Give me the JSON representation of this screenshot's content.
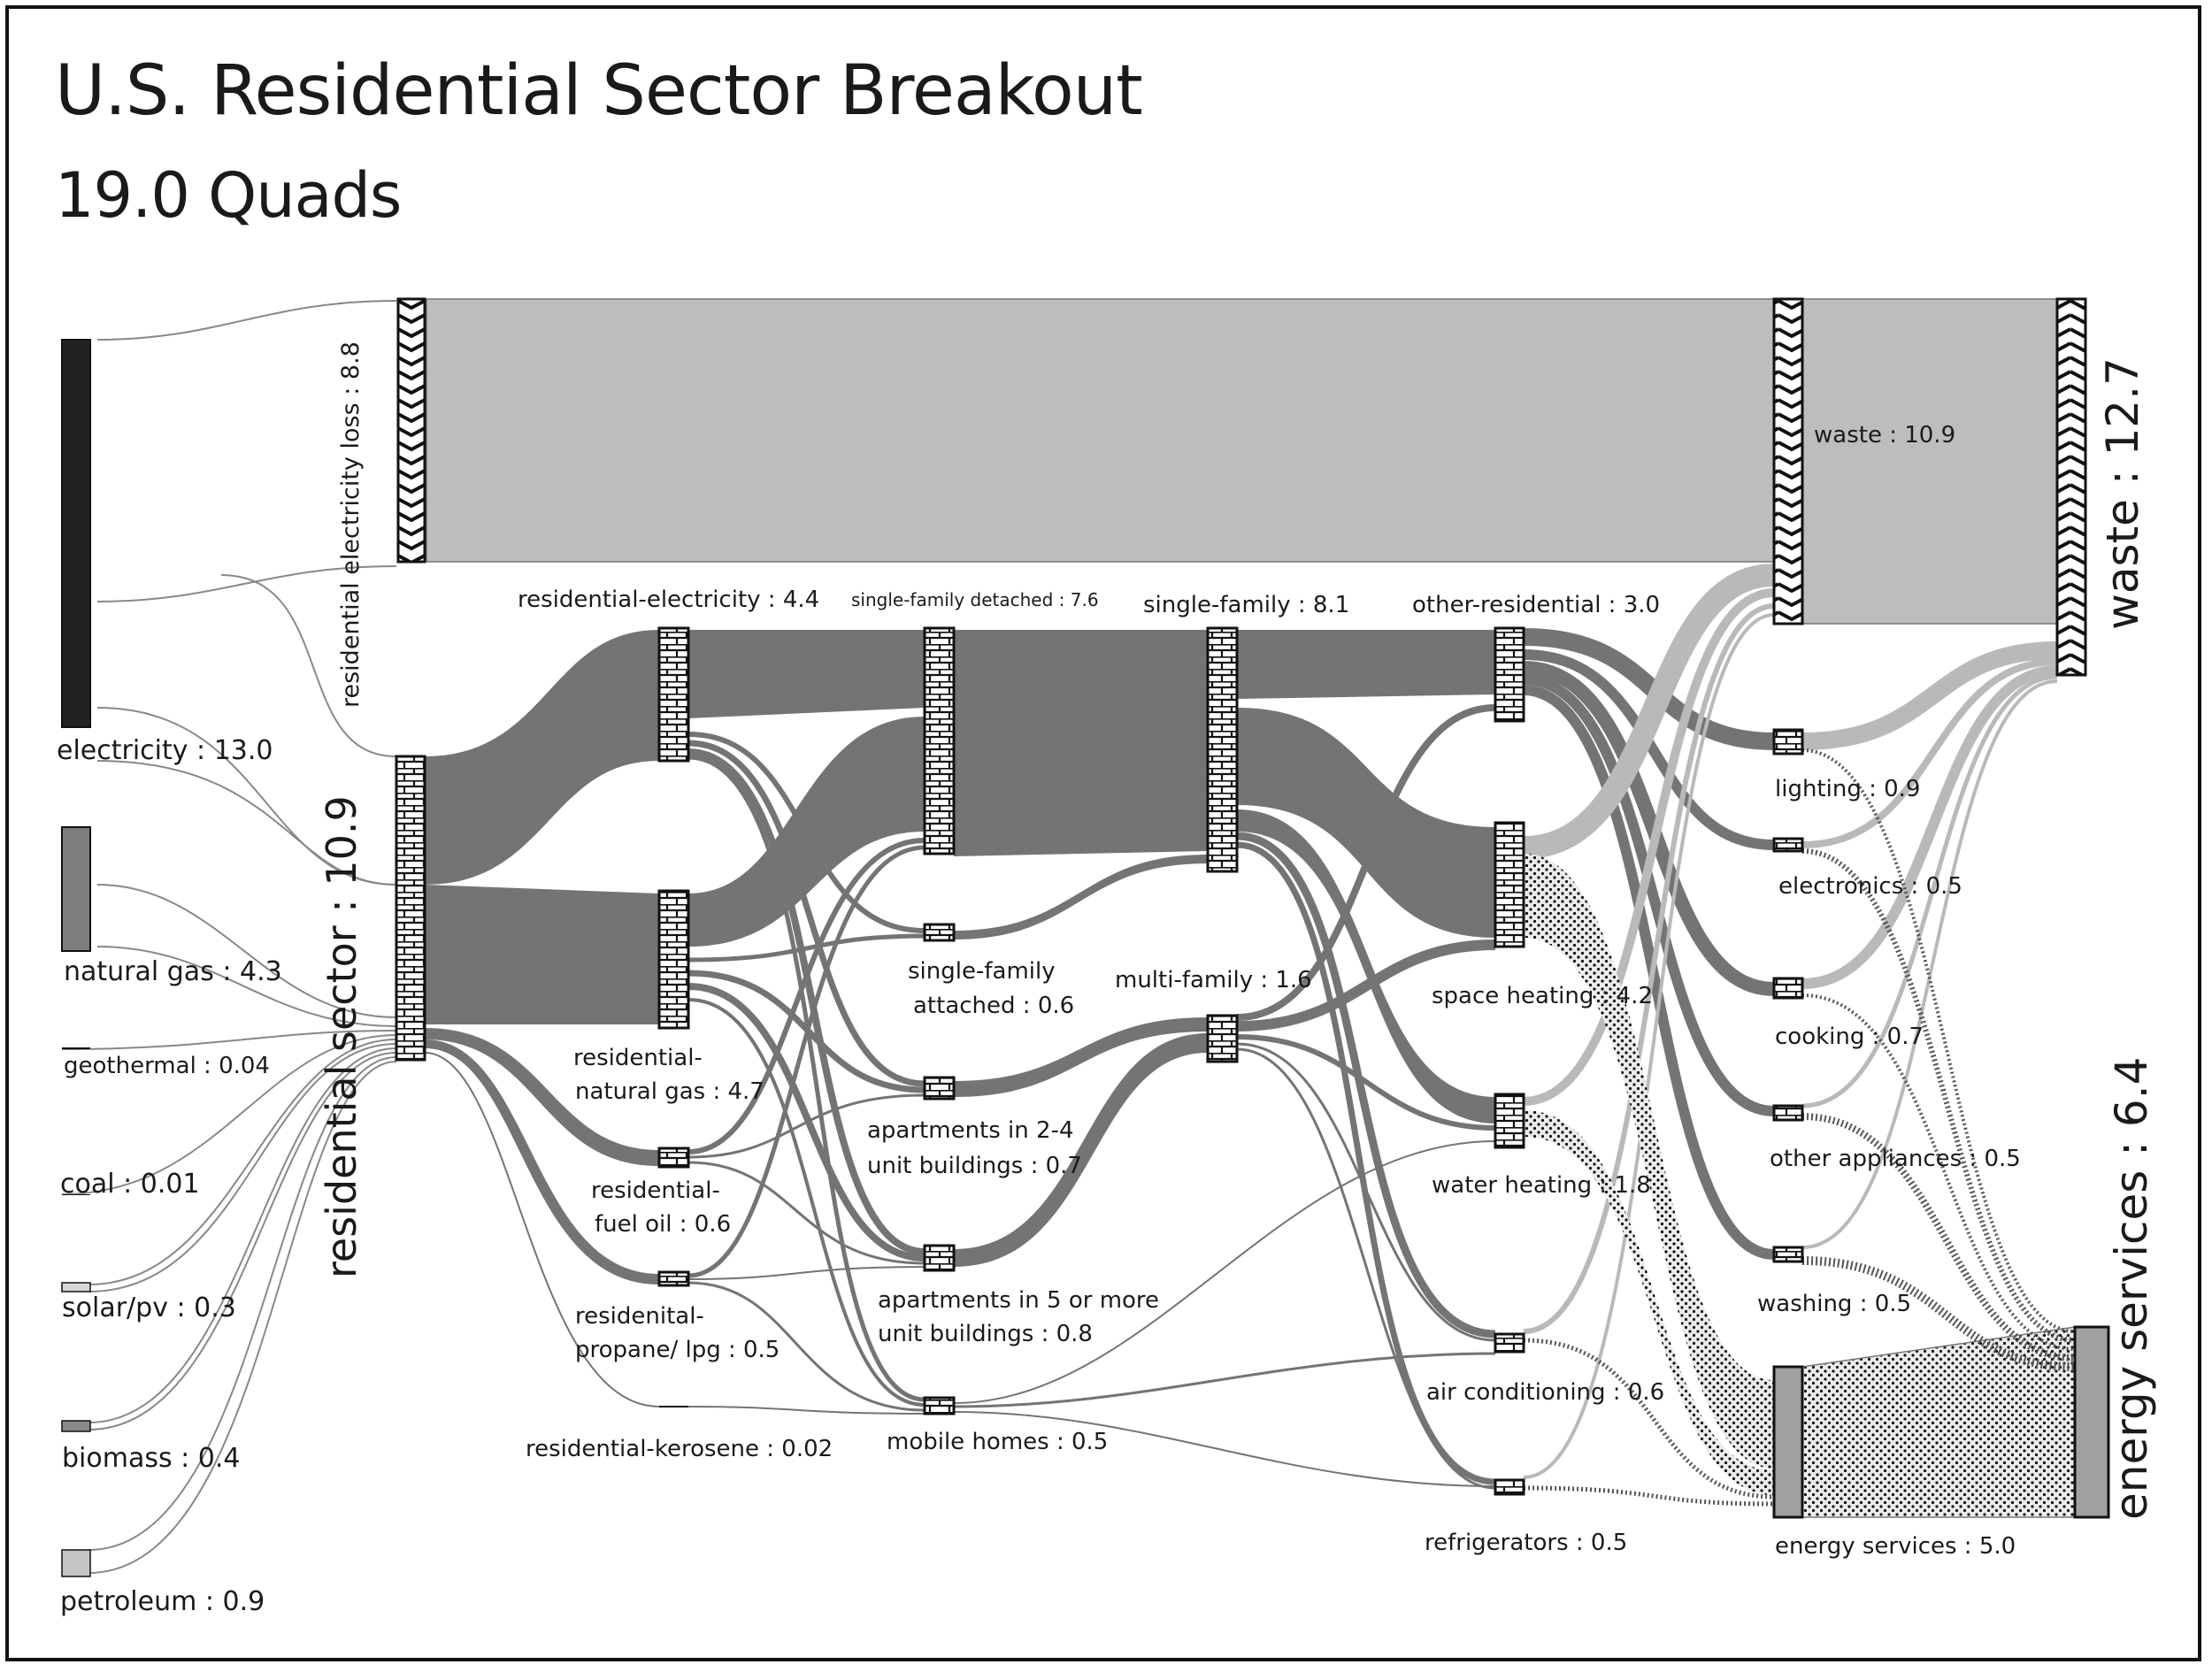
{
  "title": "U.S. Residential Sector Breakout",
  "subtitle": "19.0 Quads",
  "colors": {
    "electricity": "#222222",
    "natural_gas": "#7d7d7d",
    "petroleum": "#c4c4c4",
    "flow_dark": "#747474",
    "flow_loss": "#bdbdbd",
    "flow_waste": "#a8a8a8",
    "flow_service": "#e6e6e6",
    "outline": "#111111"
  },
  "labels": {
    "electricity": "electricity : 13.0",
    "natural_gas": "natural gas : 4.3",
    "geothermal": "geothermal : 0.04",
    "coal": "coal : 0.01",
    "solar": "solar/pv : 0.3",
    "biomass": "biomass : 0.4",
    "petroleum": "petroleum : 0.9",
    "res_elec_loss": "residential electricity loss : 8.8",
    "res_sector": "residential sector : 10.9",
    "res_electricity": "residential-electricity : 4.4",
    "res_natgas_1": "residential-",
    "res_natgas_2": "natural gas : 4.7",
    "res_fueloil_1": "residential-",
    "res_fueloil_2": "fuel oil : 0.6",
    "res_propane_1": "residenital-",
    "res_propane_2": "propane/ lpg : 0.5",
    "res_kerosene": "residential-kerosene : 0.02",
    "sf_detached": "single-family detached : 7.6",
    "sf_attached_1": "single-family",
    "sf_attached_2": "attached : 0.6",
    "apt24_1": "apartments in 2-4",
    "apt24_2": "unit buildings : 0.7",
    "apt5_1": "apartments in 5 or more",
    "apt5_2": "unit buildings : 0.8",
    "mobile": "mobile homes : 0.5",
    "single_family": "single-family : 8.1",
    "multi_family": "multi-family : 1.6",
    "other_res": "other-residential : 3.0",
    "space_heating": "space heating : 4.2",
    "water_heating": "water heating : 1.8",
    "air_cond": "air conditioning : 0.6",
    "refrig": "refrigerators : 0.5",
    "lighting": "lighting : 0.9",
    "electronics": "electronics : 0.5",
    "cooking": "cooking : 0.7",
    "other_appl": "other appliances : 0.5",
    "washing": "washing : 0.5",
    "waste_inner": "waste : 10.9",
    "energy_services_inner": "energy services : 5.0",
    "waste_total": "waste : 12.7",
    "energy_services_total": "energy services : 6.4"
  }
}
